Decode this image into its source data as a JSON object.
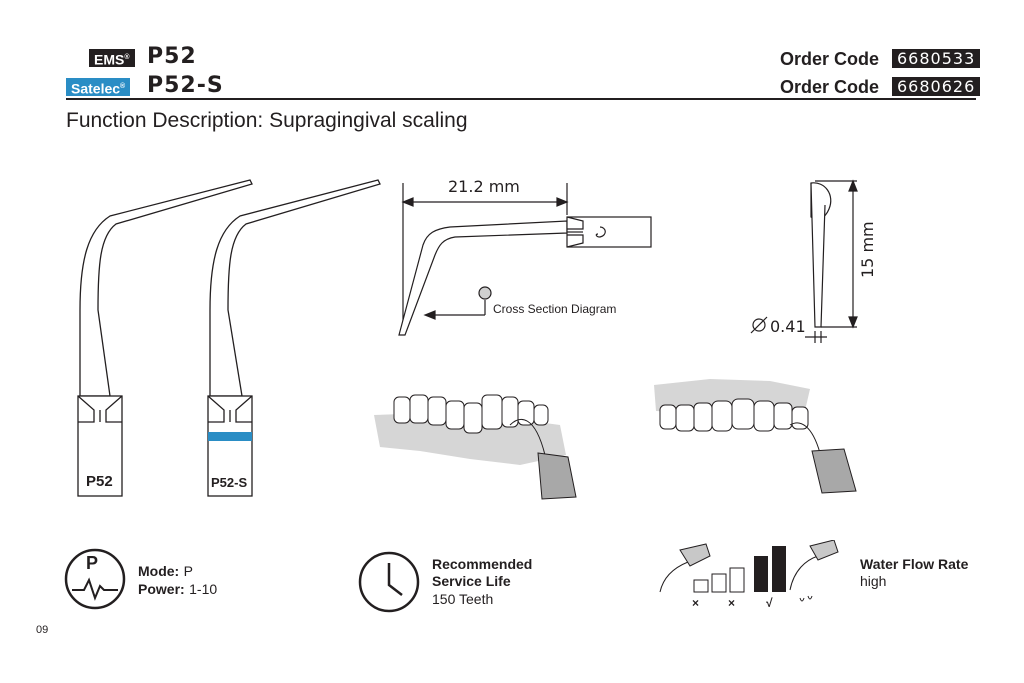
{
  "header": {
    "brand1": "EMS",
    "brand1_sup": "®",
    "model1": "P52",
    "brand2": "Satelec",
    "brand2_sup": "®",
    "model2": "P52-S",
    "order_label": "Order Code",
    "order_code_1": "6680533",
    "order_code_2": "6680626",
    "function_title": "Function Description: Supragingival scaling"
  },
  "tips": {
    "label_left": "P52",
    "label_right": "P52-S",
    "ring_color": "#2a8dc5"
  },
  "diagram": {
    "length_label": "21.2  mm",
    "cross_section_label": "Cross Section Diagram",
    "height_label": "15 mm",
    "diameter_label": "0.41"
  },
  "info": {
    "mode_label": "Mode:",
    "mode_value": "P",
    "power_label": "Power:",
    "power_value": "1-10",
    "mode_icon_letter": "P",
    "service_line1": "Recommended",
    "service_line2": "Service Life",
    "service_value": "150 Teeth",
    "water_label": "Water Flow Rate",
    "water_value": "high",
    "flow_marks": [
      "×",
      "×",
      "√"
    ]
  },
  "page_number": "09"
}
